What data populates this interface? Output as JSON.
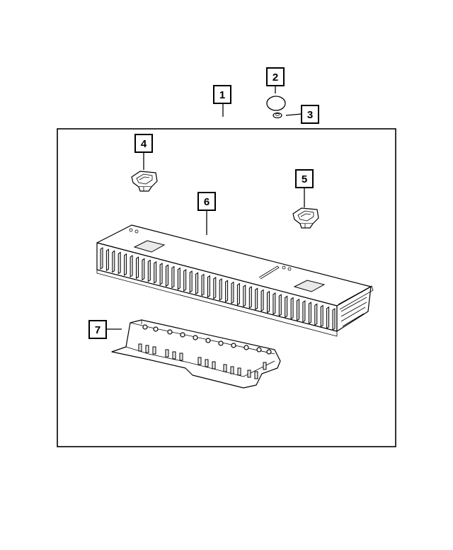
{
  "callouts": [
    {
      "id": "1",
      "label": "1",
      "part": "assembly"
    },
    {
      "id": "2",
      "label": "2",
      "part": "o-ring"
    },
    {
      "id": "3",
      "label": "3",
      "part": "nut"
    },
    {
      "id": "4",
      "label": "4",
      "part": "left-latch"
    },
    {
      "id": "5",
      "label": "5",
      "part": "right-latch"
    },
    {
      "id": "6",
      "label": "6",
      "part": "load-floor-panel"
    },
    {
      "id": "7",
      "label": "7",
      "part": "support-bracket"
    }
  ]
}
